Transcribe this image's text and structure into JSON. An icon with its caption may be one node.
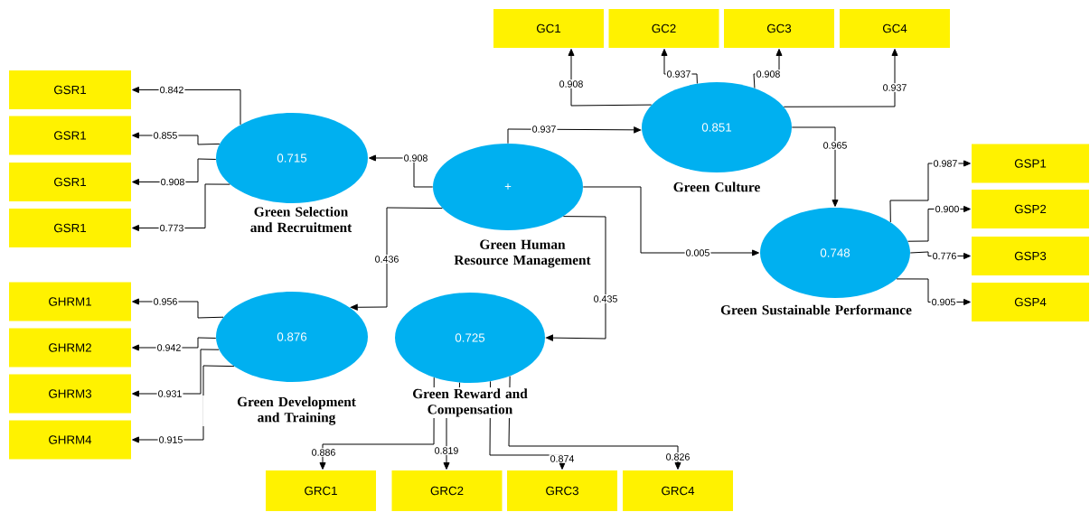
{
  "diagram": {
    "nodes": [
      {
        "text": [
          "+",
          "Green Human Resource Management"
        ]
      },
      {
        "text": [
          "0.715",
          "Green Selection and Recruitment"
        ]
      },
      {
        "text": [
          "0.851",
          "Green Culture"
        ]
      },
      {
        "text": [
          "0.876",
          "Green Development and Training"
        ]
      },
      {
        "text": [
          "0.725",
          "Green Reward and Compensation"
        ]
      },
      {
        "text": [
          "0.748",
          "Green Sustainable Performance"
        ]
      },
      {
        "text": [
          "GSR1"
        ]
      },
      {
        "text": [
          "GSR1"
        ]
      },
      {
        "text": [
          "GSR1"
        ]
      },
      {
        "text": [
          "GSR1"
        ]
      },
      {
        "text": [
          "GHRM1"
        ]
      },
      {
        "text": [
          "GHRM2"
        ]
      },
      {
        "text": [
          "GHRM3"
        ]
      },
      {
        "text": [
          "GHRM4"
        ]
      },
      {
        "text": [
          "GC1"
        ]
      },
      {
        "text": [
          "GC2"
        ]
      },
      {
        "text": [
          "GC3"
        ]
      },
      {
        "text": [
          "GC4"
        ]
      },
      {
        "text": [
          "GSP1"
        ]
      },
      {
        "text": [
          "GSP2"
        ]
      },
      {
        "text": [
          "GSP3"
        ]
      },
      {
        "text": [
          "GSP4"
        ]
      },
      {
        "text": [
          "GRC1"
        ]
      },
      {
        "text": [
          "GRC2"
        ]
      },
      {
        "text": [
          "GRC3"
        ]
      },
      {
        "text": [
          "GRC4"
        ]
      }
    ],
    "edges": [
      {
        "from": 0,
        "to": 1,
        "arrow": "to",
        "label": "0.908"
      },
      {
        "from": 0,
        "to": 2,
        "arrow": "to",
        "label": "0.937"
      },
      {
        "from": 0,
        "to": 3,
        "arrow": "to",
        "label": "0.436"
      },
      {
        "from": 0,
        "to": 4,
        "arrow": "to",
        "label": "0.435"
      },
      {
        "from": 0,
        "to": 5,
        "arrow": "to",
        "label": "0.005"
      },
      {
        "from": 2,
        "to": 5,
        "arrow": "to",
        "label": "0.965"
      },
      {
        "from": 1,
        "to": 6,
        "arrow": "to",
        "label": "0.842"
      },
      {
        "from": 1,
        "to": 7,
        "arrow": "to",
        "label": "0.855"
      },
      {
        "from": 1,
        "to": 8,
        "arrow": "to",
        "label": "0.908"
      },
      {
        "from": 1,
        "to": 9,
        "arrow": "to",
        "label": "0.773"
      },
      {
        "from": 3,
        "to": 10,
        "arrow": "to",
        "label": "0.956"
      },
      {
        "from": 3,
        "to": 11,
        "arrow": "to",
        "label": "0.942"
      },
      {
        "from": 3,
        "to": 12,
        "arrow": "to",
        "label": "0.931"
      },
      {
        "from": 3,
        "to": 13,
        "arrow": "to",
        "label": "0.915"
      },
      {
        "from": 2,
        "to": 14,
        "arrow": "to",
        "label": "0.908"
      },
      {
        "from": 2,
        "to": 15,
        "arrow": "to",
        "label": "0.937"
      },
      {
        "from": 2,
        "to": 16,
        "arrow": "to",
        "label": "0.908"
      },
      {
        "from": 2,
        "to": 17,
        "arrow": "to",
        "label": "0.937"
      },
      {
        "from": 5,
        "to": 18,
        "arrow": "to",
        "label": "0.987"
      },
      {
        "from": 5,
        "to": 19,
        "arrow": "to",
        "label": "0.900"
      },
      {
        "from": 5,
        "to": 20,
        "arrow": "to",
        "label": "0.776"
      },
      {
        "from": 5,
        "to": 21,
        "arrow": "to",
        "label": "0.905"
      },
      {
        "from": 4,
        "to": 22,
        "arrow": "to",
        "label": "0.886"
      },
      {
        "from": 4,
        "to": 23,
        "arrow": "to",
        "label": "0.819"
      },
      {
        "from": 4,
        "to": 24,
        "arrow": "to",
        "label": "0.874"
      },
      {
        "from": 4,
        "to": 25,
        "arrow": "to",
        "label": "0.826"
      }
    ]
  }
}
